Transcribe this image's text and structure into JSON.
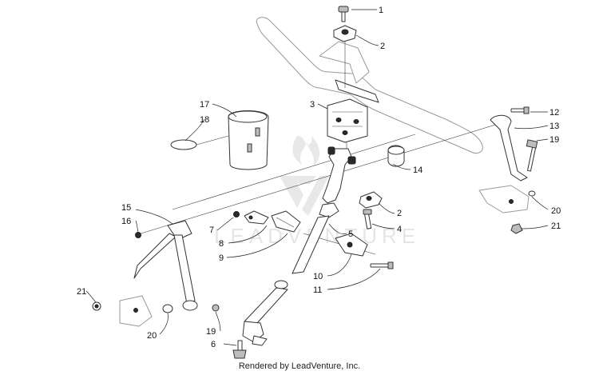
{
  "footer": {
    "text": "Rendered by LeadVenture, Inc."
  },
  "watermark": {
    "text": "LEADVENTURE"
  },
  "callouts": {
    "c1": "1",
    "c2a": "2",
    "c2b": "2",
    "c3": "3",
    "c4": "4",
    "c5": "5",
    "c6": "6",
    "c7": "7",
    "c8": "8",
    "c9": "9",
    "c10": "10",
    "c11": "11",
    "c12": "12",
    "c13": "13",
    "c14": "14",
    "c15": "15",
    "c16": "16",
    "c17": "17",
    "c18": "18",
    "c19a": "19",
    "c19b": "19",
    "c20a": "20",
    "c20b": "20",
    "c21a": "21",
    "c21b": "21"
  }
}
